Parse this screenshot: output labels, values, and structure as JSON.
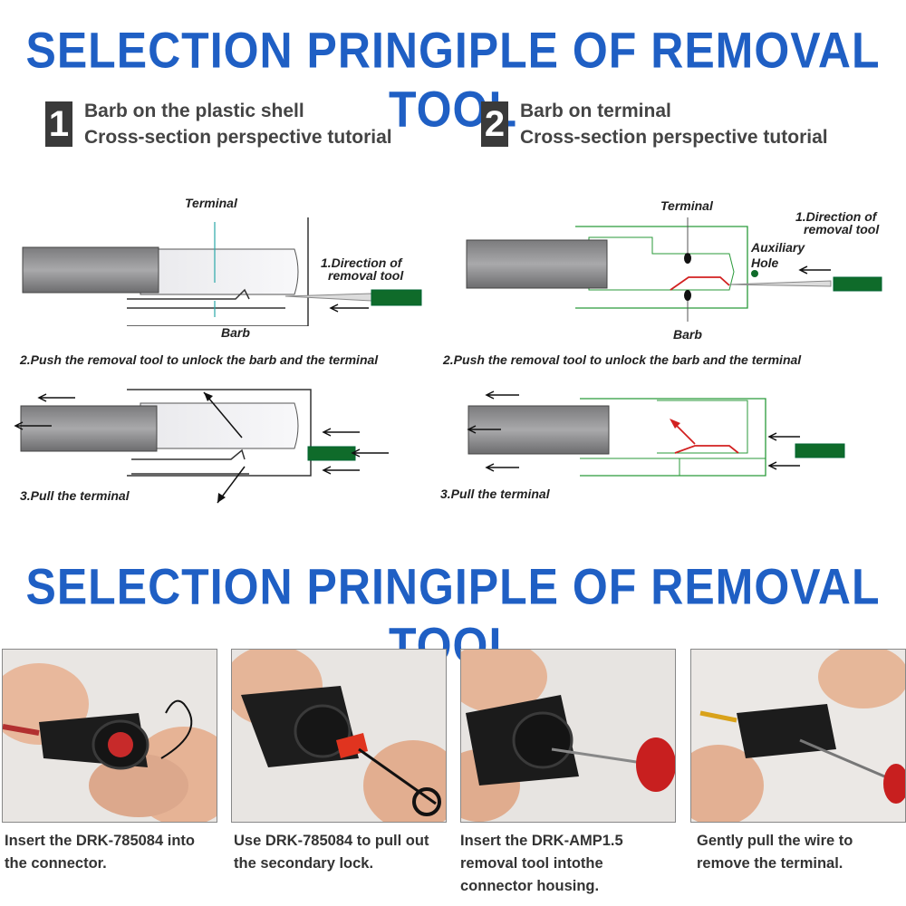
{
  "title_top": "SELECTION PRINGIPLE OF REMOVAL TOOL",
  "title_bottom": "SELECTION PRINGIPLE OF REMOVAL TOOL",
  "sections": [
    {
      "number": "1",
      "line1": "Barb on the plastic shell",
      "line2": "Cross-section perspective tutorial"
    },
    {
      "number": "2",
      "line1": "Barb on terminal",
      "line2": "Cross-section perspective tutorial"
    }
  ],
  "left_diagram": {
    "terminal": "Terminal",
    "barb": "Barb",
    "direction": [
      "1.Direction of",
      "removal tool"
    ],
    "push": "2.Push the removal tool to unlock the barb and the terminal",
    "pull": "3.Pull the terminal"
  },
  "right_diagram": {
    "terminal": "Terminal",
    "barb": "Barb",
    "auxiliary": [
      "Auxiliary",
      "Hole"
    ],
    "direction": [
      "1.Direction of",
      "removal tool"
    ],
    "push": "2.Push the removal tool to unlock the barb and the terminal",
    "pull": "3.Pull the terminal"
  },
  "steps": [
    {
      "caption": [
        "Insert the DRK-785084 into",
        "the connector."
      ]
    },
    {
      "caption": [
        "Use DRK-785084 to pull out",
        "the secondary lock."
      ]
    },
    {
      "caption": [
        "Insert the DRK-AMP1.5",
        "removal tool intothe",
        "connector housing."
      ]
    },
    {
      "caption": [
        "Gently pull the wire to",
        "remove the terminal."
      ]
    }
  ],
  "colors": {
    "title": "#1f5fc4",
    "tool": "#0f6b2a",
    "wire_red": "#d22020",
    "outline_green": "#2a9a3a"
  }
}
